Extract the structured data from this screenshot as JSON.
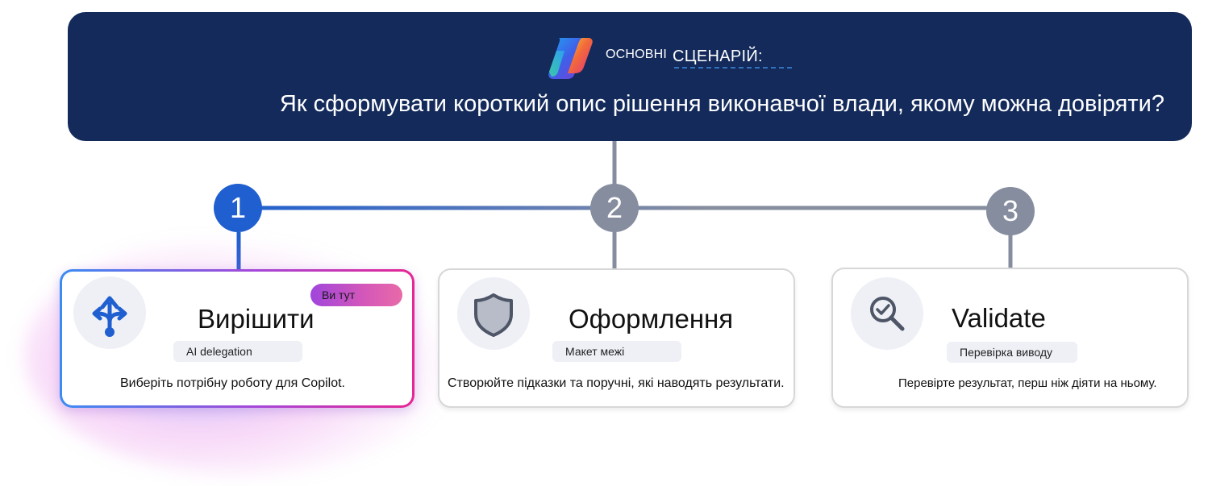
{
  "header": {
    "small_label": "ОСНОВНІ",
    "scenario_label": "СЦЕНАРІЙ:",
    "question": "Як сформувати короткий опис рішення виконавчої влади, якому можна довіряти?"
  },
  "steps": [
    {
      "number": "1",
      "title": "Вирішити",
      "chip": "AI delegation",
      "badge": "Ви тут",
      "description": "Виберіть потрібну роботу для Copilot.",
      "icon": "split-arrows-icon",
      "active": true
    },
    {
      "number": "2",
      "title": "Оформлення",
      "chip": "Макет межі",
      "description": "Створюйте підказки та поручні, які наводять результати.",
      "icon": "shield-icon",
      "active": false
    },
    {
      "number": "3",
      "title": "Validate",
      "chip": "Перевірка виводу",
      "description": "Перевірте результат, перш ніж діяти на ньому.",
      "icon": "search-check-icon",
      "active": false
    }
  ],
  "colors": {
    "banner": "#132a5b",
    "active_step": "#1f5fcf",
    "inactive_step": "#868d9f",
    "active_border_start": "#3a8cf2",
    "active_border_end": "#e62693"
  }
}
